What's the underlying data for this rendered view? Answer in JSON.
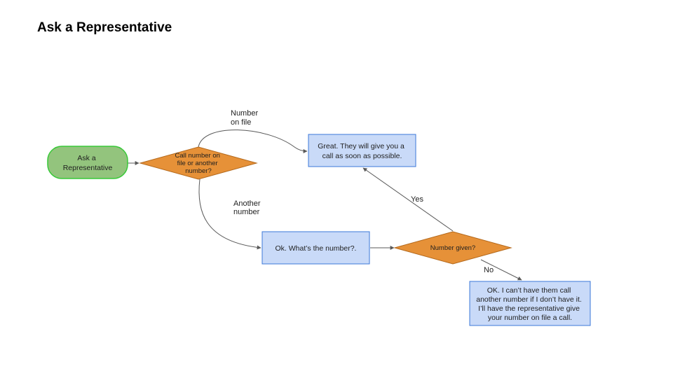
{
  "title": "Ask a Representative",
  "colors": {
    "start_fill": "#93c47d",
    "start_stroke": "#38c938",
    "decision_fill": "#e69138",
    "decision_stroke": "#b4691c",
    "box_fill": "#c9daf8",
    "box_stroke": "#3c78d8",
    "edge": "#595959"
  },
  "nodes": {
    "start": {
      "lines": [
        "Ask a",
        "Representative"
      ]
    },
    "decision_number": {
      "lines": [
        "Call number on",
        "file or another",
        "number?"
      ]
    },
    "great": {
      "lines": [
        "Great. They will give you a",
        "call as soon as possible."
      ]
    },
    "ask_number": {
      "lines": [
        "Ok. What’s the number?."
      ]
    },
    "decision_given": {
      "lines": [
        "Number given?"
      ]
    },
    "no_number": {
      "lines": [
        "OK. I can’t have them call",
        "another number if I don’t have it.",
        "I’ll have the representative give",
        "your number on file a call."
      ]
    }
  },
  "edges": {
    "number_on_file": {
      "lines": [
        "Number",
        "on file"
      ]
    },
    "another_number": {
      "lines": [
        "Another",
        "number"
      ]
    },
    "yes": {
      "lines": [
        "Yes"
      ]
    },
    "no": {
      "lines": [
        "No"
      ]
    }
  }
}
